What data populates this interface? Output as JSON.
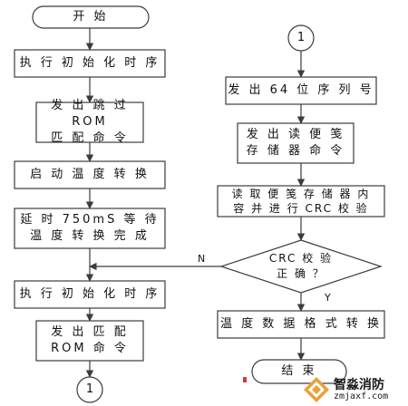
{
  "flowchart": {
    "left": {
      "start": "开 始",
      "init1": "执 行 初 始 化 时 序",
      "skip_rom": "发 出 跳 过 ROM\n匹 配 命 令",
      "start_conv": "启 动 温 度 转 换",
      "delay": "延 时 750mS 等 待\n温 度 转 换 完 成",
      "init2": "执 行 初 始 化 时 序",
      "match_rom": "发 出 匹 配\nROM 命 令",
      "connector_end": "1"
    },
    "right": {
      "connector_start": "1",
      "send_serial": "发 出 64 位 序 列 号",
      "read_scratchpad_cmd": "发 出 读 便 笺\n存 储 器 命 令",
      "read_scratchpad": "读 取 便 笺 存 储 器 内\n容 并 进 行 CRC 校 验",
      "crc_check": "CRC 校 验\n正 确 ？",
      "label_no": "N",
      "label_yes": "Y",
      "convert_format": "温 度 数 据 格 式 转 换",
      "end": "结 束"
    }
  },
  "watermark": {
    "brand": "智淼消防",
    "url": "zmjaxf.com",
    "icon": "diamond-logo-icon",
    "color": "#e8a13a"
  },
  "colors": {
    "stroke": "#3c3c3c",
    "fill": "#ffffff"
  }
}
